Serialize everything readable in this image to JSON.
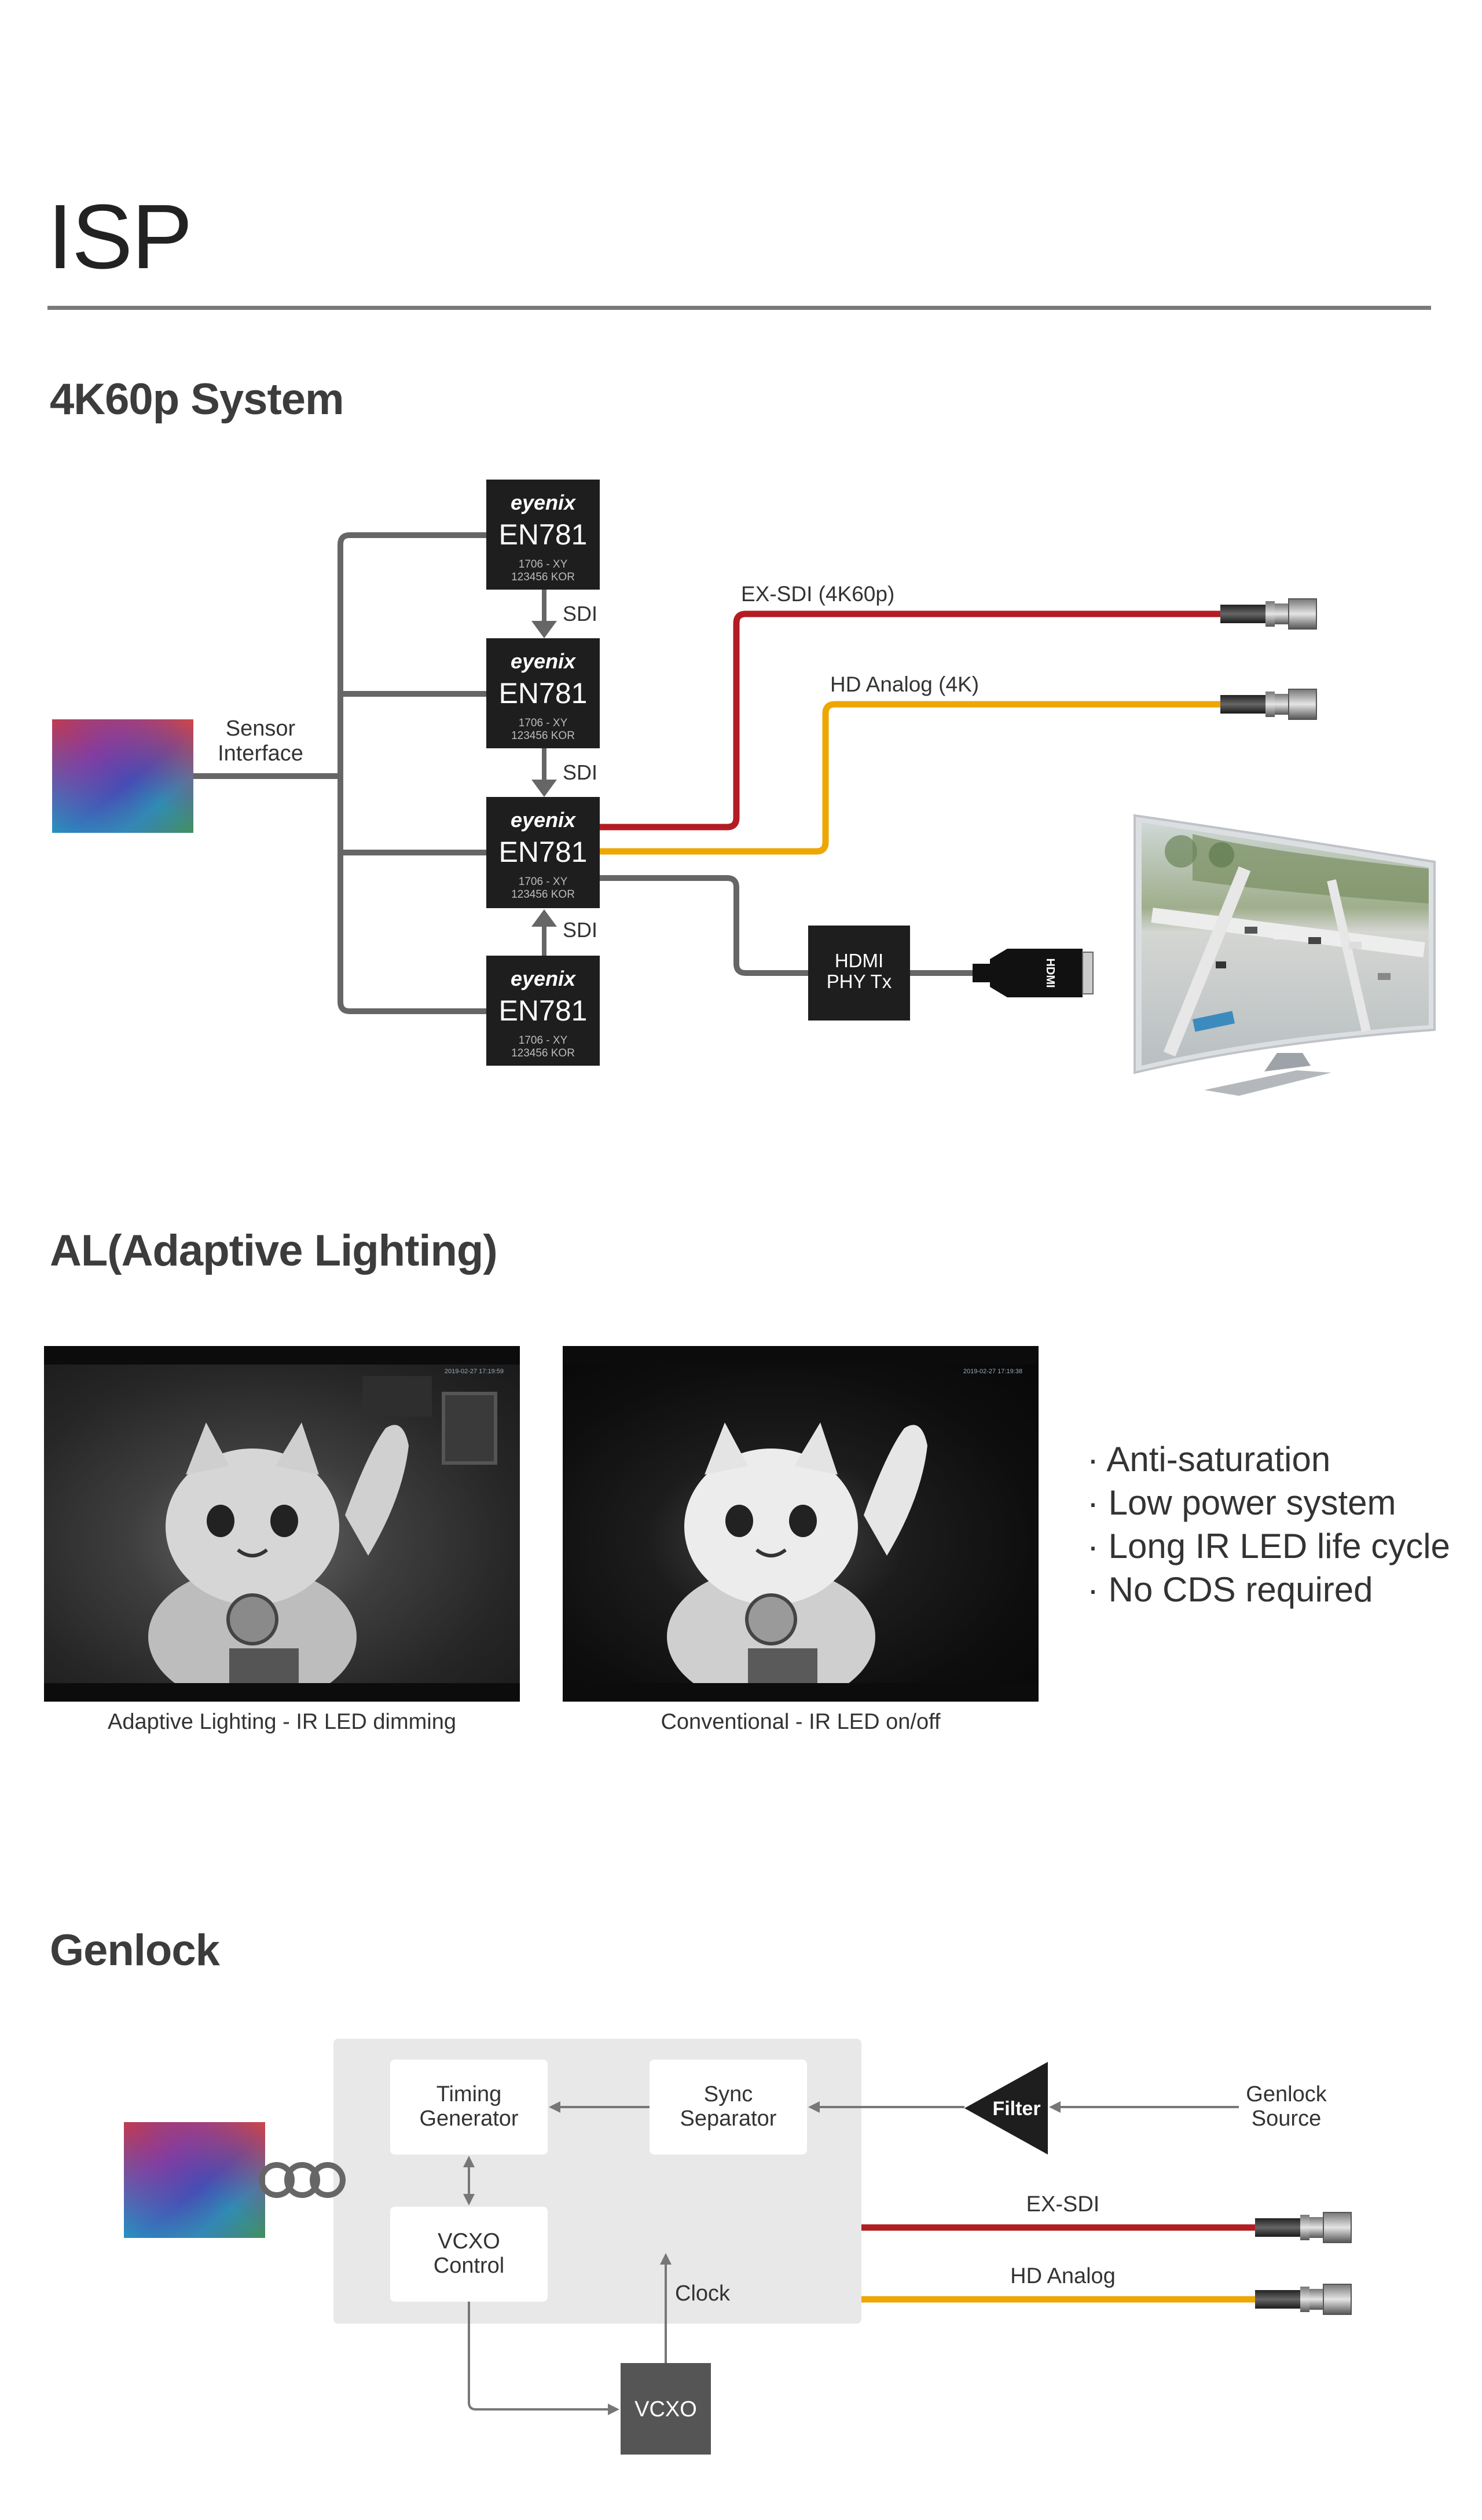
{
  "page": {
    "title": "ISP"
  },
  "system4k": {
    "heading": "4K60p System",
    "sensor_label_1": "Sensor",
    "sensor_label_2": "Interface",
    "chip_brand": "eyenix",
    "chip_model": "EN781",
    "chip_code_1": "1706 - XY",
    "chip_code_2": "123456 KOR",
    "sdi_label": "SDI",
    "exsdi_label": "EX-SDI (4K60p)",
    "hdanalog_label": "HD Analog (4K)",
    "hdmi_block_1": "HDMI",
    "hdmi_block_2": "PHY Tx",
    "hdmi_plug_text": "HDMI",
    "colors": {
      "exsdi": "#b31c22",
      "hdanalog": "#eea600",
      "line": "#666666",
      "chip": "#1e1e1e"
    }
  },
  "adaptive": {
    "heading": "AL(Adaptive Lighting)",
    "photo1_caption": "Adaptive Lighting - IR LED dimming",
    "photo2_caption": "Conventional - IR LED on/off",
    "photo1_timestamp": "2019-02-27 17:19:59",
    "photo2_timestamp": "2019-02-27 17:19:38",
    "bullets": [
      "· Anti-saturation",
      "· Low power system",
      "· Long IR LED life cycle",
      "· No CDS required"
    ]
  },
  "genlock": {
    "heading": "Genlock",
    "timing_1": "Timing",
    "timing_2": "Generator",
    "sync_1": "Sync",
    "sync_2": "Separator",
    "vcxo_ctrl_1": "VCXO",
    "vcxo_ctrl_2": "Control",
    "vcxo": "VCXO",
    "clock": "Clock",
    "filter": "Filter",
    "source_1": "Genlock",
    "source_2": "Source",
    "exsdi_label": "EX-SDI",
    "hdanalog_label": "HD Analog"
  }
}
